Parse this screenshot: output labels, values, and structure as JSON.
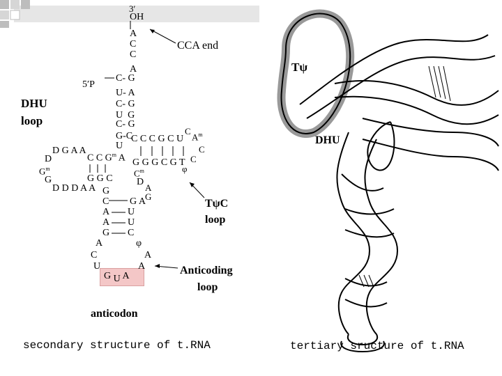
{
  "chart_data": {
    "type": "diagram",
    "title": "secondary structure of t.RNA",
    "subtitle": "tertiary sructure of t.RNA"
  },
  "secondary": {
    "three_prime": "3′",
    "oh": "OH",
    "cca_label": "CCA end",
    "five_prime": "5′P",
    "dhu_label_line1": "DHU",
    "dhu_label_line2": "loop",
    "tpsic_label_line1": "TψC",
    "tpsic_label_line2": "loop",
    "anticoding_label_line1": "Anticoding",
    "anticoding_label_line2": "loop",
    "anticodon_label": "anticodon",
    "caption": "secondary structure of t.RNA"
  },
  "tertiary": {
    "tpsi_label": "Tψ",
    "dhu_label": "DHU",
    "caption": "tertiary sructure of t.RNA"
  },
  "colors": {
    "anticodon_box": "#f4c7c7",
    "deco": "#d9d9d9"
  }
}
